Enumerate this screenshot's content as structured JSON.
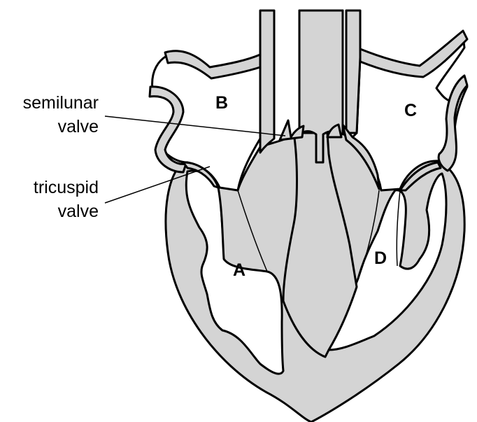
{
  "labels": {
    "semilunar_line1": "semilunar",
    "semilunar_line2": "valve",
    "tricuspid_line1": "tricuspid",
    "tricuspid_line2": "valve"
  },
  "chambers": {
    "A": "A",
    "B": "B",
    "C": "C",
    "D": "D"
  },
  "colors": {
    "muscle": "#d4d4d4",
    "outline": "#000000",
    "cavity": "#ffffff"
  }
}
